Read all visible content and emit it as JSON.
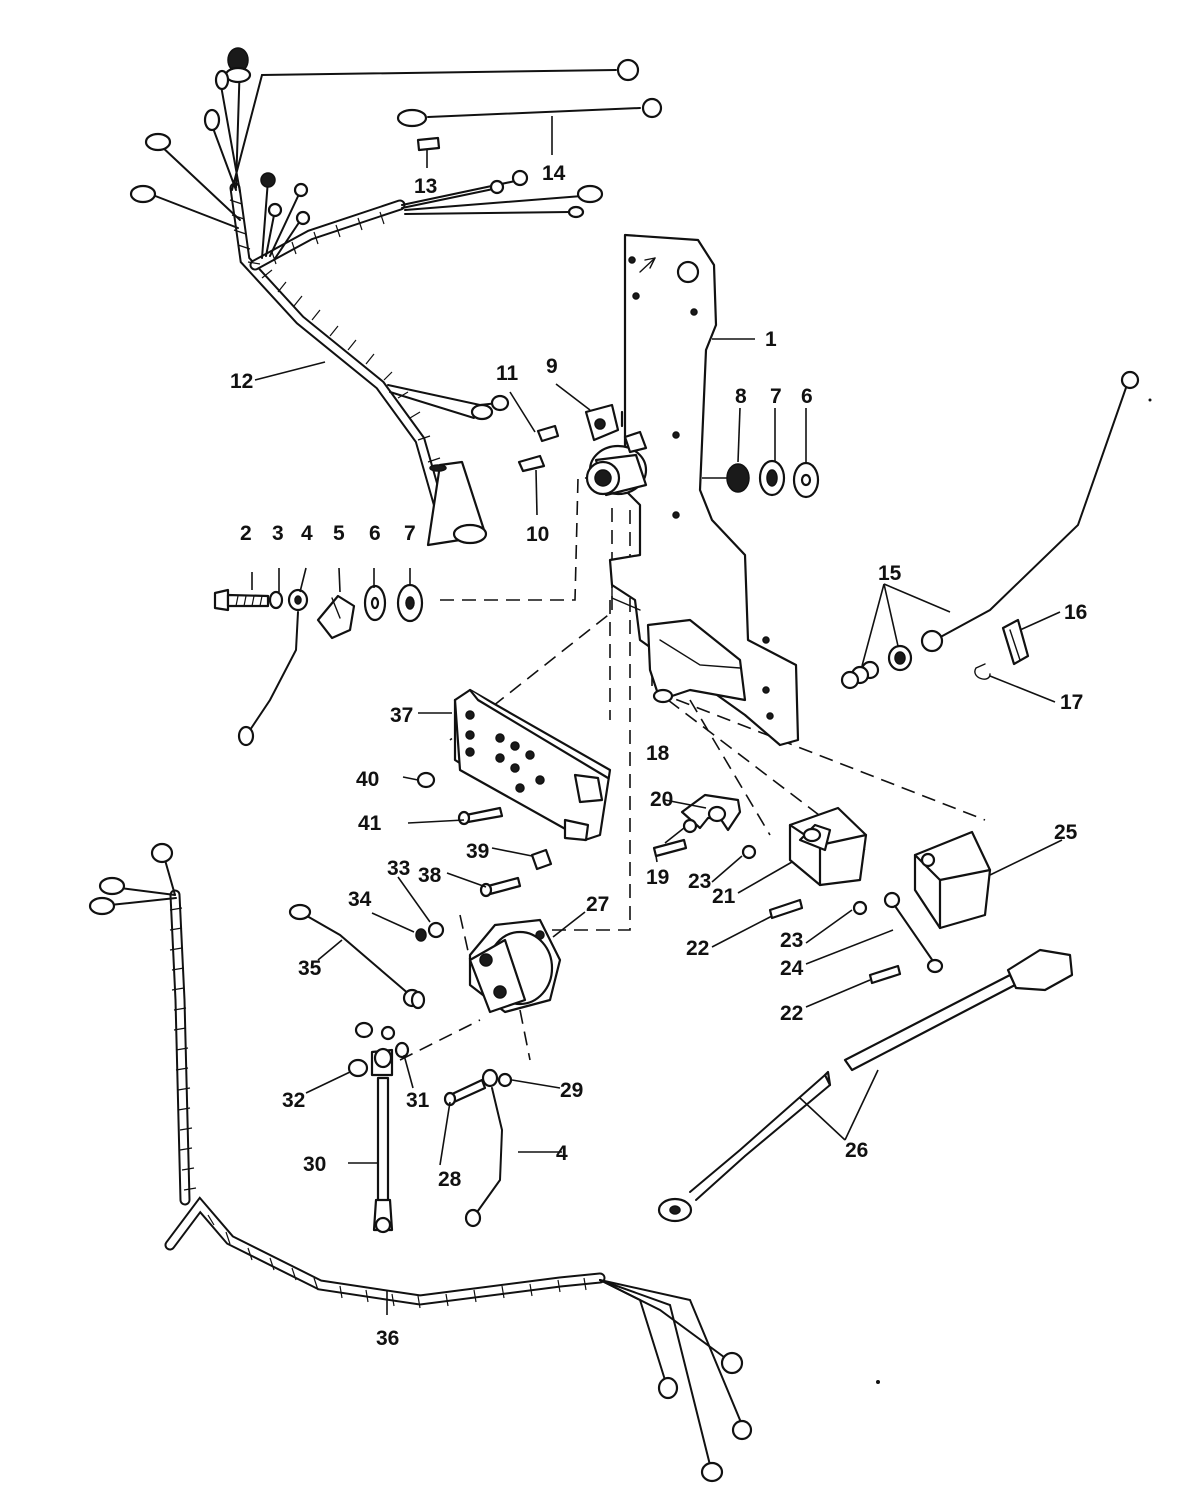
{
  "callouts": [
    {
      "id": "c1",
      "label": "1"
    },
    {
      "id": "c2",
      "label": "2"
    },
    {
      "id": "c3",
      "label": "3"
    },
    {
      "id": "c4a",
      "label": "4"
    },
    {
      "id": "c4b",
      "label": "4"
    },
    {
      "id": "c5",
      "label": "5"
    },
    {
      "id": "c6a",
      "label": "6"
    },
    {
      "id": "c6b",
      "label": "6"
    },
    {
      "id": "c7a",
      "label": "7"
    },
    {
      "id": "c7b",
      "label": "7"
    },
    {
      "id": "c8",
      "label": "8"
    },
    {
      "id": "c9",
      "label": "9"
    },
    {
      "id": "c10",
      "label": "10"
    },
    {
      "id": "c11",
      "label": "11"
    },
    {
      "id": "c12",
      "label": "12"
    },
    {
      "id": "c13",
      "label": "13"
    },
    {
      "id": "c14",
      "label": "14"
    },
    {
      "id": "c15",
      "label": "15"
    },
    {
      "id": "c16",
      "label": "16"
    },
    {
      "id": "c17",
      "label": "17"
    },
    {
      "id": "c18",
      "label": "18"
    },
    {
      "id": "c19",
      "label": "19"
    },
    {
      "id": "c20",
      "label": "20"
    },
    {
      "id": "c21",
      "label": "21"
    },
    {
      "id": "c22a",
      "label": "22"
    },
    {
      "id": "c22b",
      "label": "22"
    },
    {
      "id": "c23a",
      "label": "23"
    },
    {
      "id": "c23b",
      "label": "23"
    },
    {
      "id": "c24",
      "label": "24"
    },
    {
      "id": "c25",
      "label": "25"
    },
    {
      "id": "c26",
      "label": "26"
    },
    {
      "id": "c27",
      "label": "27"
    },
    {
      "id": "c28",
      "label": "28"
    },
    {
      "id": "c29",
      "label": "29"
    },
    {
      "id": "c30",
      "label": "30"
    },
    {
      "id": "c31",
      "label": "31"
    },
    {
      "id": "c32",
      "label": "32"
    },
    {
      "id": "c33",
      "label": "33"
    },
    {
      "id": "c34",
      "label": "34"
    },
    {
      "id": "c35",
      "label": "35"
    },
    {
      "id": "c36",
      "label": "36"
    },
    {
      "id": "c37",
      "label": "37"
    },
    {
      "id": "c38",
      "label": "38"
    },
    {
      "id": "c39",
      "label": "39"
    },
    {
      "id": "c40",
      "label": "40"
    },
    {
      "id": "c41",
      "label": "41"
    }
  ]
}
